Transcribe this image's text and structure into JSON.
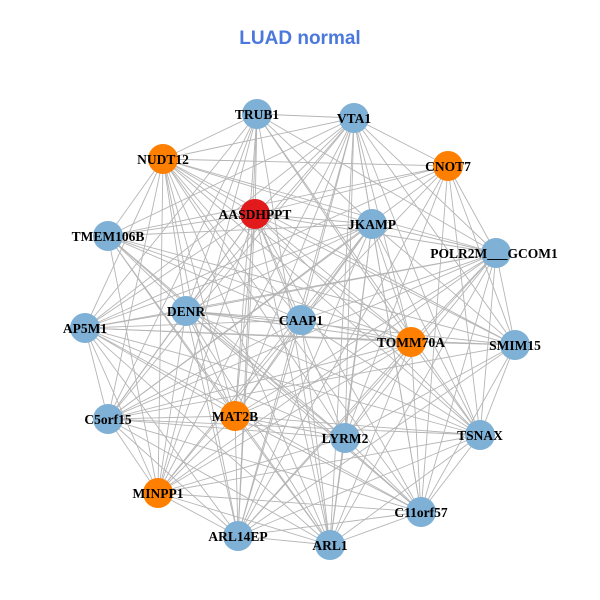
{
  "title": "LUAD normal",
  "colors": {
    "title": "#4a78dc",
    "edge": "#b5b5b5",
    "default": "#7fb0d6",
    "highlight": "#ff7f00",
    "hub": "#e31a1c"
  },
  "nodes": [
    {
      "id": "TRUB1",
      "label": "TRUB1",
      "group": "default"
    },
    {
      "id": "VTA1",
      "label": "VTA1",
      "group": "default"
    },
    {
      "id": "NUDT12",
      "label": "NUDT12",
      "group": "highlight"
    },
    {
      "id": "CNOT7",
      "label": "CNOT7",
      "group": "highlight"
    },
    {
      "id": "AASDHPPT",
      "label": "AASDHPPT",
      "group": "hub"
    },
    {
      "id": "JKAMP",
      "label": "JKAMP",
      "group": "default"
    },
    {
      "id": "TMEM106B",
      "label": "TMEM106B",
      "group": "default"
    },
    {
      "id": "POLR2M",
      "label": "POLR2M___GCOM1",
      "group": "default"
    },
    {
      "id": "DENR",
      "label": "DENR",
      "group": "default"
    },
    {
      "id": "CAAP1",
      "label": "CAAP1",
      "group": "default"
    },
    {
      "id": "AP5M1",
      "label": "AP5M1",
      "group": "default"
    },
    {
      "id": "TOMM70A",
      "label": "TOMM70A",
      "group": "highlight"
    },
    {
      "id": "SMIM15",
      "label": "SMIM15",
      "group": "default"
    },
    {
      "id": "C5orf15",
      "label": "C5orf15",
      "group": "default"
    },
    {
      "id": "MAT2B",
      "label": "MAT2B",
      "group": "highlight"
    },
    {
      "id": "LYRM2",
      "label": "LYRM2",
      "group": "default"
    },
    {
      "id": "TSNAX",
      "label": "TSNAX",
      "group": "default"
    },
    {
      "id": "MINPP1",
      "label": "MINPP1",
      "group": "highlight"
    },
    {
      "id": "C11orf57",
      "label": "C11orf57",
      "group": "default"
    },
    {
      "id": "ARL14EP",
      "label": "ARL14EP",
      "group": "default"
    },
    {
      "id": "ARL1",
      "label": "ARL1",
      "group": "default"
    }
  ]
}
